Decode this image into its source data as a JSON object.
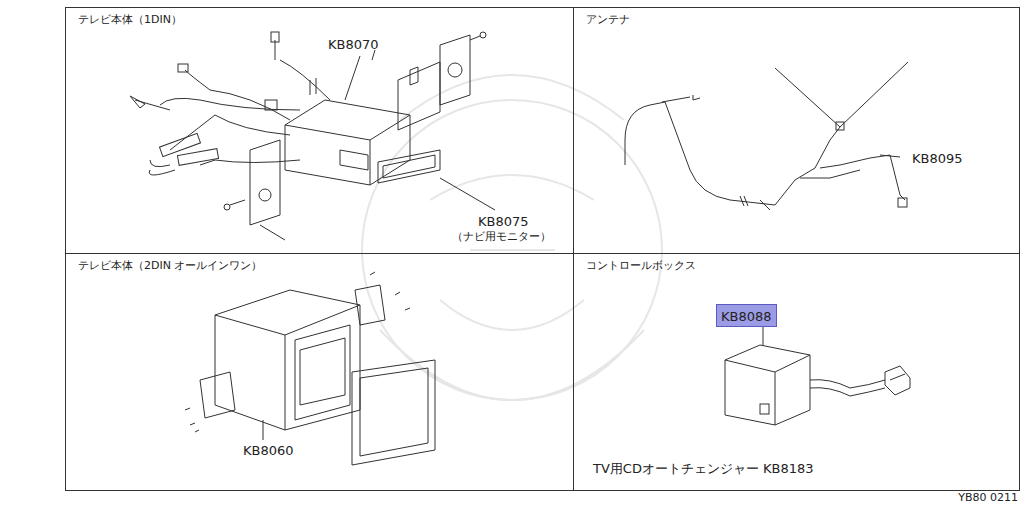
{
  "diagram": {
    "caption": "YB80 0211",
    "nodes": [
      {
        "text": [
          "テレビ本体（1DIN）"
        ]
      },
      {
        "text": [
          "アンテナ"
        ]
      },
      {
        "text": [
          "テレビ本体（2DIN オールインワン）"
        ]
      },
      {
        "text": [
          "コントロールボックス"
        ]
      },
      {
        "text": [
          "KB8088"
        ],
        "in": 3
      }
    ],
    "labels": [
      "KB8070",
      "KB8075",
      "（ナビ用モニター）",
      "KB8095",
      "KB8060",
      "TV用CDオートチェンジャー KB8183"
    ]
  }
}
